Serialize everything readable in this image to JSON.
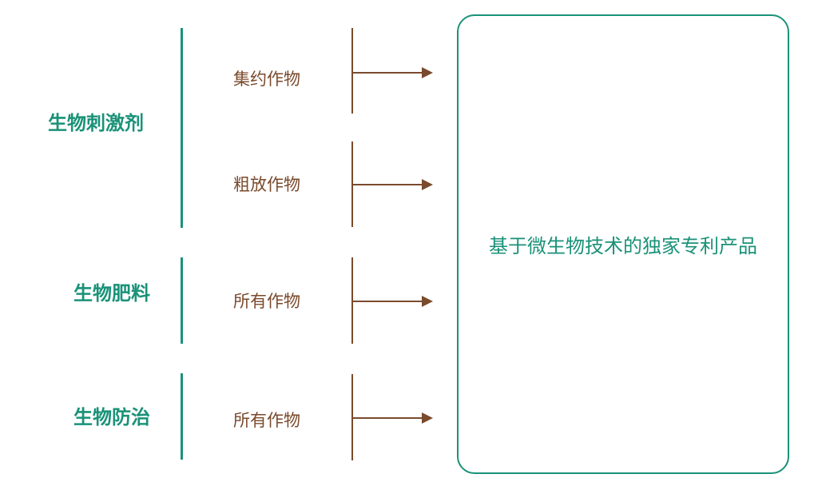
{
  "categories": [
    {
      "label": "生物刺激剂",
      "crops": [
        "集约作物",
        "粗放作物"
      ]
    },
    {
      "label": "生物肥料",
      "crops": [
        "所有作物"
      ]
    },
    {
      "label": "生物防治",
      "crops": [
        "所有作物"
      ]
    }
  ],
  "product": {
    "label": "基于微生物技术的独家专利产品"
  },
  "colors": {
    "green": "#1a9278",
    "brown": "#7a4a2c"
  }
}
